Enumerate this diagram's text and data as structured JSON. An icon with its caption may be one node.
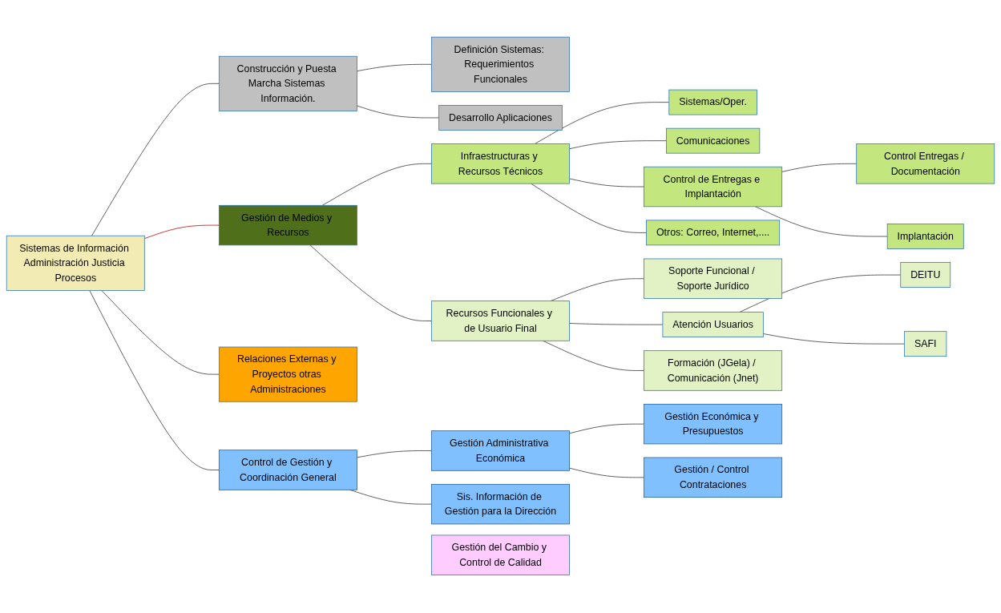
{
  "diagram": {
    "nodes": [
      {
        "text": [
          "Sistemas de Información Administración Justicia Procesos"
        ]
      },
      {
        "text": [
          "Construcción y Puesta Marcha Sistemas Información."
        ]
      },
      {
        "text": [
          "Definición Sistemas: Requerimientos Funcionales"
        ]
      },
      {
        "text": [
          "Desarrollo Aplicaciones"
        ]
      },
      {
        "text": [
          "Gestión de Medios y Recursos"
        ]
      },
      {
        "text": [
          "Infraestructuras y Recursos Técnicos"
        ]
      },
      {
        "text": [
          "Sistemas/Oper."
        ]
      },
      {
        "text": [
          "Comunicaciones"
        ]
      },
      {
        "text": [
          "Control de Entregas e Implantación"
        ]
      },
      {
        "text": [
          "Control Entregas / Documentación"
        ]
      },
      {
        "text": [
          "Implantación"
        ]
      },
      {
        "text": [
          "Otros: Correo, Internet,...."
        ]
      },
      {
        "text": [
          "Recursos Funcionales y de Usuario Final"
        ]
      },
      {
        "text": [
          "Soporte Funcional / Soporte Jurídico"
        ]
      },
      {
        "text": [
          "Atención Usuarios"
        ]
      },
      {
        "text": [
          "DEITU"
        ]
      },
      {
        "text": [
          "SAFI"
        ]
      },
      {
        "text": [
          "Formación (JGela) / Comunicación (Jnet)"
        ]
      },
      {
        "text": [
          "Relaciones Externas y Proyectos otras Administraciones"
        ]
      },
      {
        "text": [
          "Control de Gestión y Coordinación General"
        ]
      },
      {
        "text": [
          "Gestión Administrativa Económica"
        ]
      },
      {
        "text": [
          "Gestión Económica y Presupuestos"
        ]
      },
      {
        "text": [
          "Gestión / Control Contrataciones"
        ]
      },
      {
        "text": [
          "Sis. Información de Gestión para la Dirección"
        ]
      },
      {
        "text": [
          "Gestión del Cambio y Control de Calidad"
        ]
      }
    ],
    "edges": [
      {
        "from": 0,
        "to": 1,
        "arrow": "none"
      },
      {
        "from": 0,
        "to": 4,
        "arrow": "none",
        "color": "#c00000"
      },
      {
        "from": 0,
        "to": 18,
        "arrow": "none"
      },
      {
        "from": 0,
        "to": 19,
        "arrow": "none"
      },
      {
        "from": 1,
        "to": 2,
        "arrow": "none"
      },
      {
        "from": 1,
        "to": 3,
        "arrow": "none"
      },
      {
        "from": 4,
        "to": 5,
        "arrow": "none"
      },
      {
        "from": 4,
        "to": 12,
        "arrow": "none"
      },
      {
        "from": 5,
        "to": 6,
        "arrow": "none"
      },
      {
        "from": 5,
        "to": 7,
        "arrow": "none"
      },
      {
        "from": 5,
        "to": 8,
        "arrow": "none"
      },
      {
        "from": 5,
        "to": 11,
        "arrow": "none"
      },
      {
        "from": 8,
        "to": 9,
        "arrow": "none"
      },
      {
        "from": 8,
        "to": 10,
        "arrow": "none"
      },
      {
        "from": 12,
        "to": 13,
        "arrow": "none"
      },
      {
        "from": 12,
        "to": 14,
        "arrow": "none"
      },
      {
        "from": 12,
        "to": 17,
        "arrow": "none"
      },
      {
        "from": 14,
        "to": 15,
        "arrow": "none"
      },
      {
        "from": 14,
        "to": 16,
        "arrow": "none"
      },
      {
        "from": 19,
        "to": 20,
        "arrow": "none"
      },
      {
        "from": 19,
        "to": 23,
        "arrow": "none"
      },
      {
        "from": 20,
        "to": 21,
        "arrow": "none"
      },
      {
        "from": 20,
        "to": 22,
        "arrow": "none"
      }
    ]
  }
}
